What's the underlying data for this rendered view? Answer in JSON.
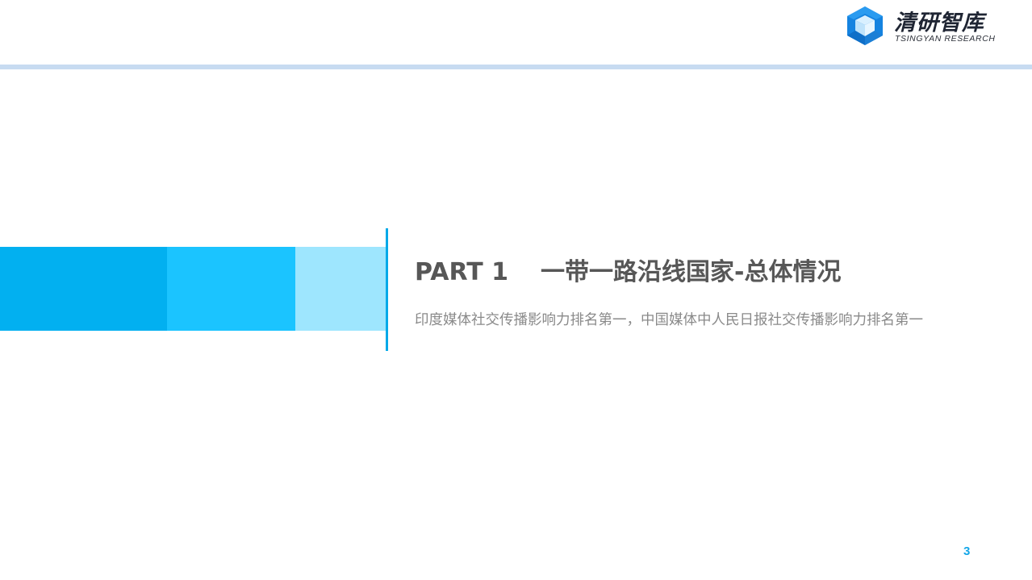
{
  "header": {
    "logo": {
      "icon": "cube-logo-icon",
      "name_cn": "清研智库",
      "name_en": "TSINGYAN RESEARCH"
    },
    "rule_color": "#c7dbf1"
  },
  "section": {
    "part_label": "PART 1",
    "title": "一带一路沿线国家-总体情况",
    "subtitle": "印度媒体社交传播影响力排名第一，中国媒体中人民日报社交传播影响力排名第一"
  },
  "decor": {
    "bar_colors": [
      "#02b0f0",
      "#1bc4ff",
      "#9ee6fe"
    ],
    "divider_color": "#02a9e8"
  },
  "footer": {
    "page_number": "3"
  }
}
